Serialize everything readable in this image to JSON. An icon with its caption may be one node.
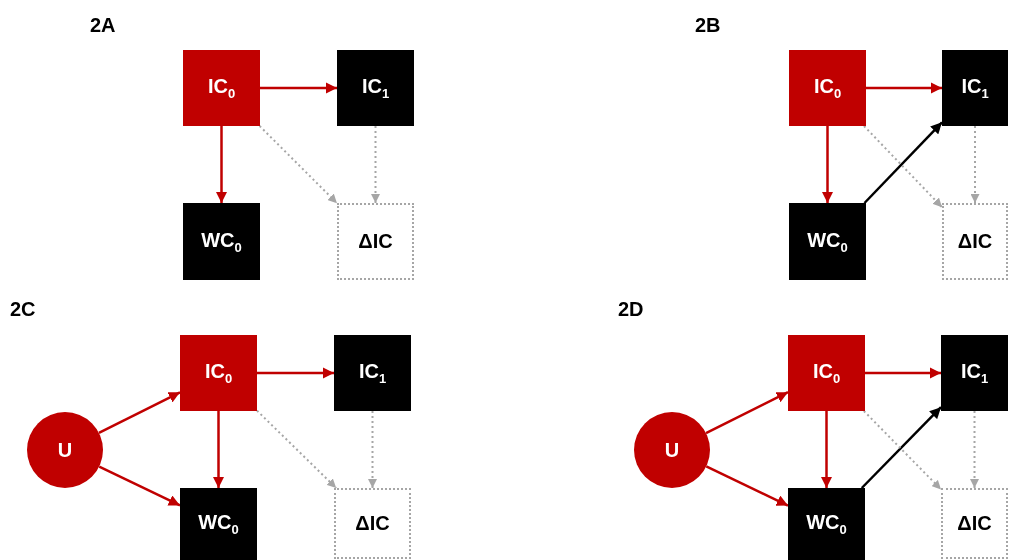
{
  "diagram": {
    "nodes": [
      {
        "text": [
          "IC$_{0}$"
        ]
      },
      {
        "text": [
          "IC$_{1}$"
        ]
      },
      {
        "text": [
          "WC$_{0}$"
        ]
      },
      {
        "text": [
          "ΔIC"
        ]
      },
      {
        "text": [
          "IC$_{0}$"
        ]
      },
      {
        "text": [
          "IC$_{1}$"
        ]
      },
      {
        "text": [
          "WC$_{0}$"
        ]
      },
      {
        "text": [
          "ΔIC"
        ]
      },
      {
        "text": [
          "IC$_{0}$"
        ]
      },
      {
        "text": [
          "IC$_{1}$"
        ]
      },
      {
        "text": [
          "U"
        ]
      },
      {
        "text": [
          "WC$_{0}$"
        ]
      },
      {
        "text": [
          "ΔIC"
        ]
      },
      {
        "text": [
          "IC$_{0}$"
        ]
      },
      {
        "text": [
          "IC$_{1}$"
        ]
      },
      {
        "text": [
          "U"
        ]
      },
      {
        "text": [
          "WC$_{0}$"
        ]
      },
      {
        "text": [
          "ΔIC"
        ]
      }
    ],
    "edges": [
      {
        "from": 0,
        "to": 1,
        "arrow": "to"
      },
      {
        "from": 0,
        "to": 2,
        "arrow": "to"
      },
      {
        "from": 0,
        "to": 3,
        "arrow": "to",
        "style": "dashed",
        "color": "#a6a6a6"
      },
      {
        "from": 1,
        "to": 3,
        "arrow": "to",
        "style": "dashed",
        "color": "#a6a6a6"
      },
      {
        "from": 4,
        "to": 5,
        "arrow": "to"
      },
      {
        "from": 4,
        "to": 6,
        "arrow": "to"
      },
      {
        "from": 6,
        "to": 5,
        "arrow": "to",
        "color": "#000000"
      },
      {
        "from": 4,
        "to": 7,
        "arrow": "to",
        "style": "dashed",
        "color": "#a6a6a6"
      },
      {
        "from": 5,
        "to": 7,
        "arrow": "to",
        "style": "dashed",
        "color": "#a6a6a6"
      },
      {
        "from": 10,
        "to": 8,
        "arrow": "to"
      },
      {
        "from": 10,
        "to": 11,
        "arrow": "to"
      },
      {
        "from": 8,
        "to": 9,
        "arrow": "to"
      },
      {
        "from": 8,
        "to": 11,
        "arrow": "to"
      },
      {
        "from": 8,
        "to": 12,
        "arrow": "to",
        "style": "dashed",
        "color": "#a6a6a6"
      },
      {
        "from": 9,
        "to": 12,
        "arrow": "to",
        "style": "dashed",
        "color": "#a6a6a6"
      },
      {
        "from": 15,
        "to": 13,
        "arrow": "to"
      },
      {
        "from": 15,
        "to": 16,
        "arrow": "to"
      },
      {
        "from": 13,
        "to": 14,
        "arrow": "to"
      },
      {
        "from": 13,
        "to": 16,
        "arrow": "to"
      },
      {
        "from": 16,
        "to": 14,
        "arrow": "to",
        "color": "#000000"
      },
      {
        "from": 13,
        "to": 17,
        "arrow": "to",
        "style": "dashed",
        "color": "#a6a6a6"
      },
      {
        "from": 14,
        "to": 17,
        "arrow": "to",
        "style": "dashed",
        "color": "#a6a6a6"
      }
    ],
    "labels": [
      "2A",
      "2B",
      "2C",
      "2D"
    ]
  }
}
